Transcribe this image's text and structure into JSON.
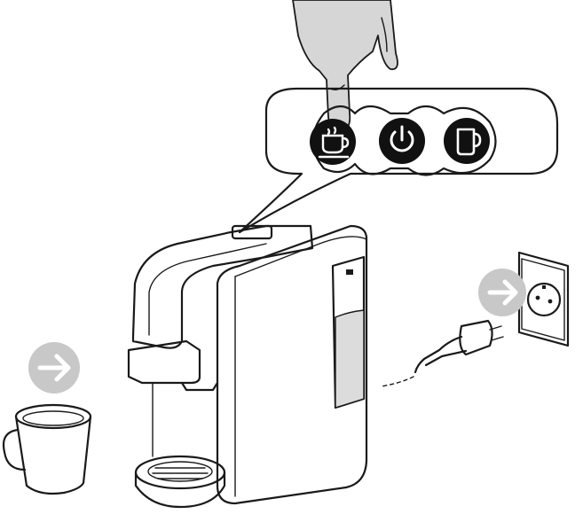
{
  "figure": {
    "description_text": "",
    "colors": {
      "line": "#1a1a1a",
      "background": "#ffffff",
      "button_fill": "#111111",
      "arrow_badge": "#c8c8c8",
      "water_level": "#dcdcdc"
    }
  },
  "callout": {
    "buttons": [
      {
        "icon": "espresso-cup-icon",
        "state": "pressed"
      },
      {
        "icon": "power-icon",
        "state": "idle"
      },
      {
        "icon": "mug-icon",
        "state": "idle"
      }
    ]
  },
  "indicators": [
    {
      "icon": "arrow-right-icon",
      "target": "cup"
    },
    {
      "icon": "arrow-right-icon",
      "target": "wall-socket"
    }
  ]
}
